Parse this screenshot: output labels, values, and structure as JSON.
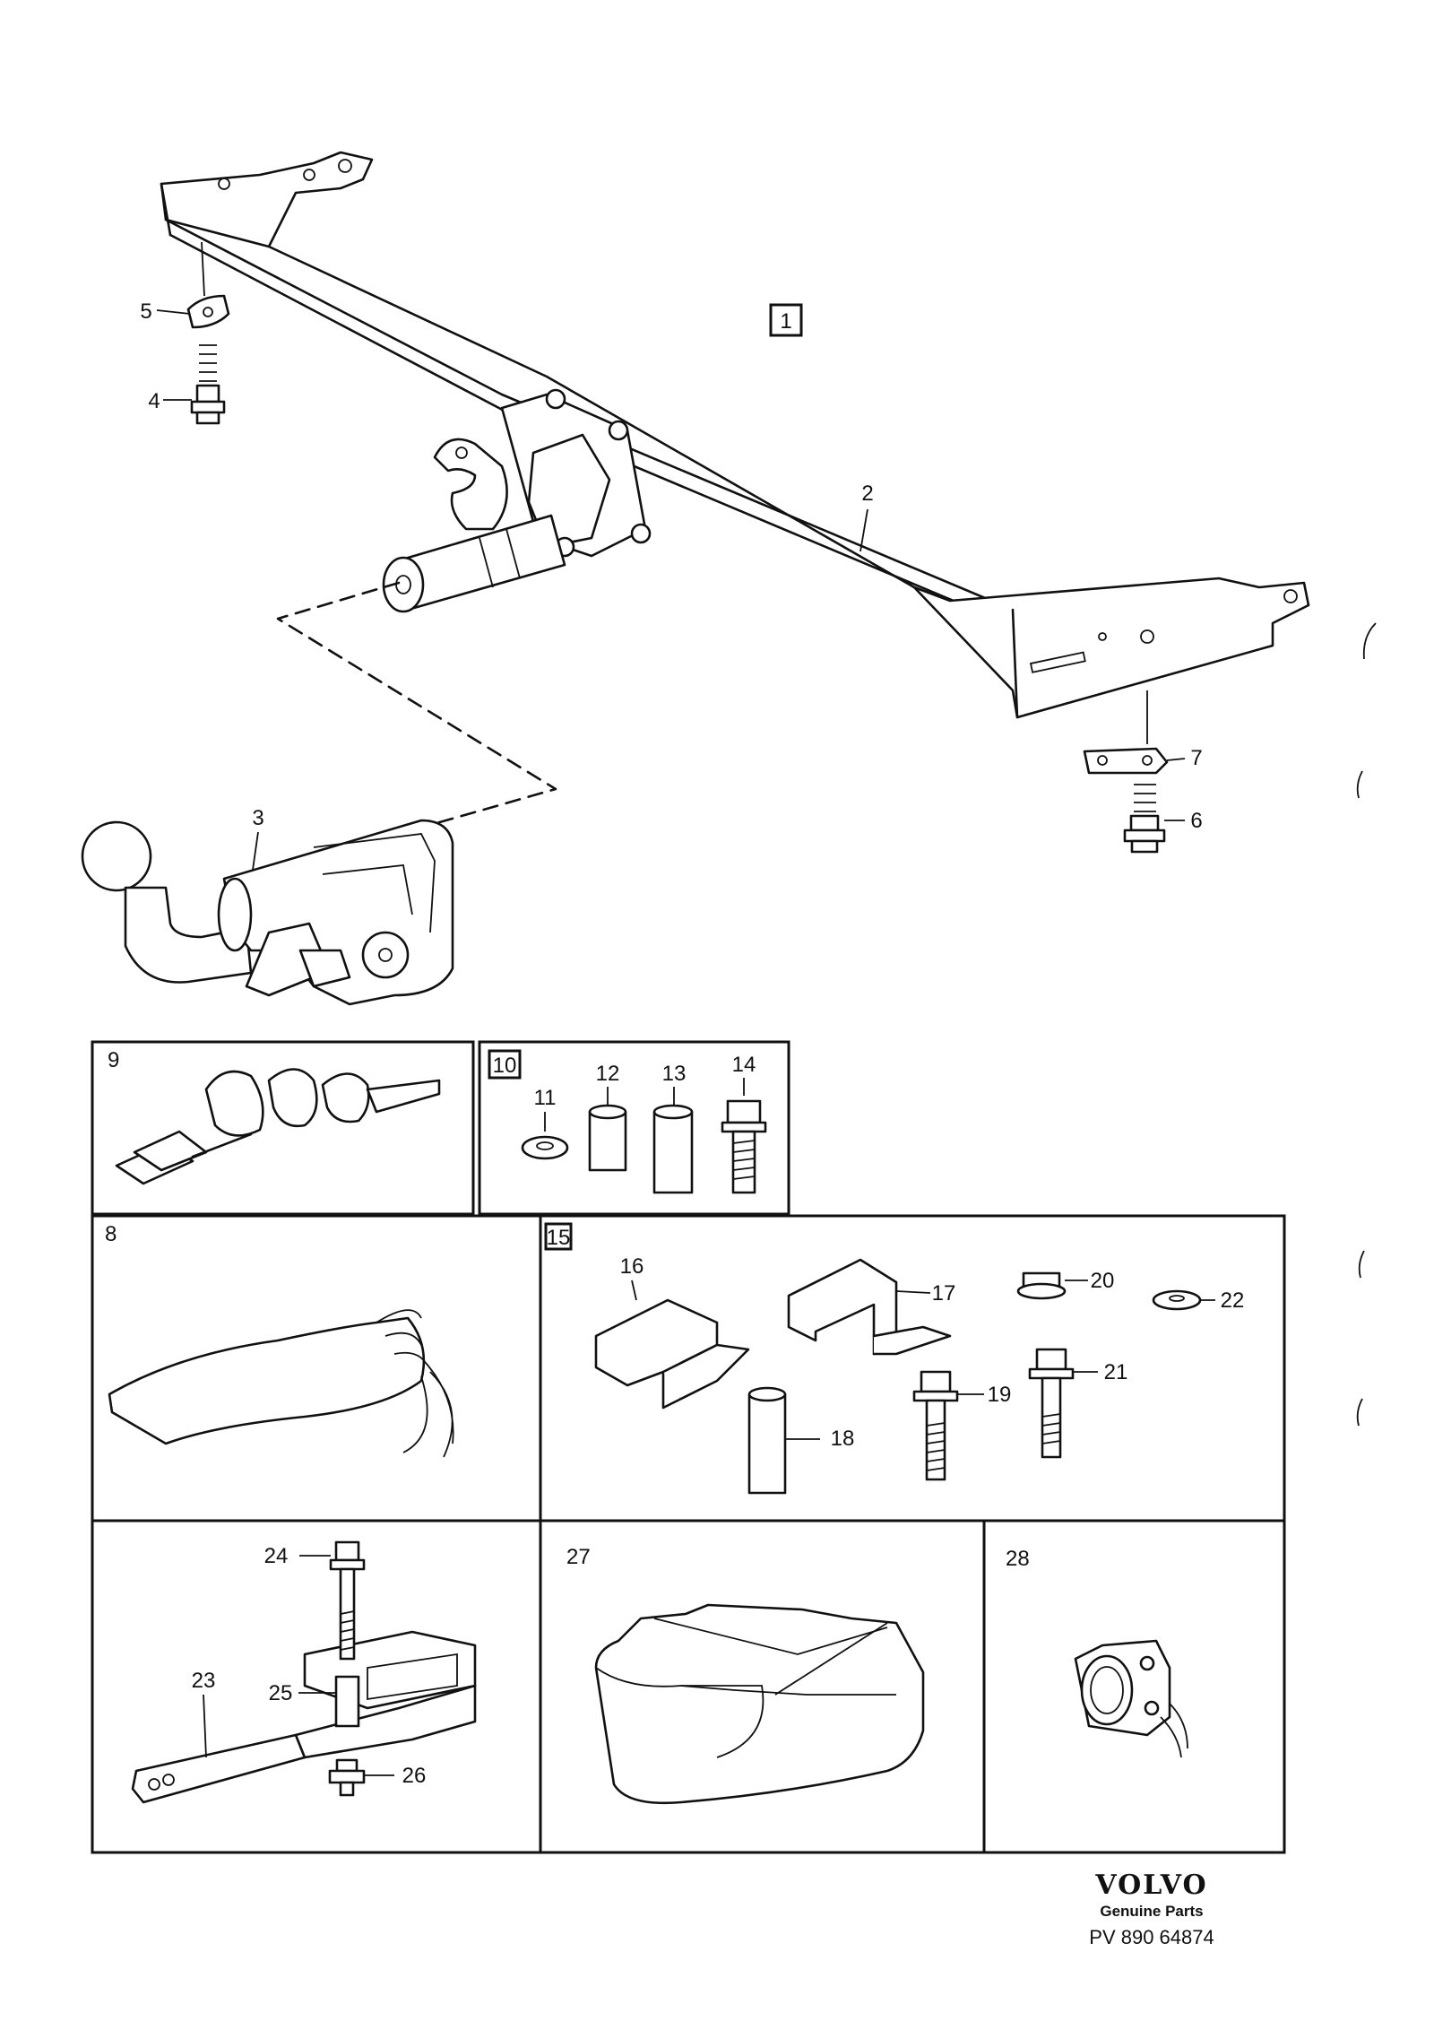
{
  "diagram": {
    "top_labels": {
      "p1": "1",
      "p2": "2",
      "p3": "3",
      "p4": "4",
      "p5": "5",
      "p6": "6",
      "p7": "7"
    },
    "panels": {
      "kit_9": {
        "title": "9"
      },
      "kit_10": {
        "title": "10",
        "items": [
          "11",
          "12",
          "13",
          "14"
        ]
      },
      "kit_8": {
        "title": "8"
      },
      "kit_15": {
        "title": "15",
        "items": [
          "16",
          "17",
          "18",
          "19",
          "20",
          "21",
          "22"
        ]
      },
      "kit_23": {
        "items": [
          "23",
          "24",
          "25",
          "26"
        ]
      },
      "kit_27": {
        "title": "27"
      },
      "kit_28": {
        "title": "28"
      }
    }
  },
  "footer": {
    "brand": "VOLVO",
    "tagline": "Genuine Parts",
    "reference": "PV 890 64874"
  }
}
